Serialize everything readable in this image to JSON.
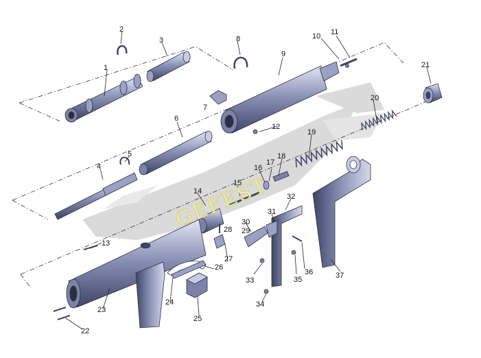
{
  "watermark": {
    "text": "GEFEST"
  },
  "colors": {
    "metal": "#7b83a8",
    "metal_light": "#c9cde3",
    "metal_dark": "#3e4566",
    "outline": "#2a3040",
    "watermark_text": "#f6f29a",
    "watermark_bird": "#d2d2d2"
  },
  "part_numbers": [
    "1",
    "2",
    "3",
    "4",
    "5",
    "6",
    "7",
    "8",
    "9",
    "10",
    "11",
    "12",
    "13",
    "14",
    "15",
    "16",
    "17",
    "18",
    "19",
    "20",
    "21",
    "22",
    "23",
    "24",
    "25",
    "26",
    "27",
    "28",
    "29",
    "30",
    "31",
    "32",
    "33",
    "34",
    "35",
    "36",
    "37"
  ]
}
